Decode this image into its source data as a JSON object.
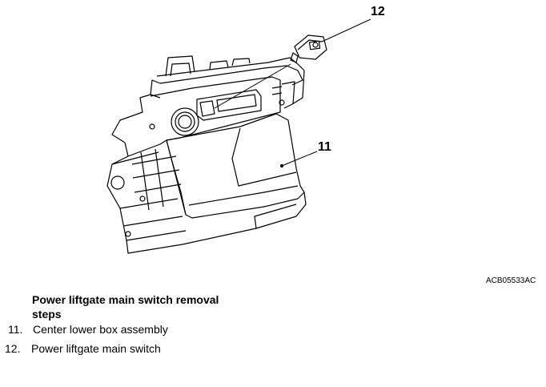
{
  "callouts": {
    "c12": "12",
    "c11": "11"
  },
  "figure_code": "ACB05533AC",
  "steps": {
    "title": "Power liftgate main switch removal steps",
    "items": [
      {
        "num": "11.",
        "label": "Center lower box assembly"
      },
      {
        "num": "12.",
        "label": "Power liftgate main switch"
      }
    ]
  },
  "colors": {
    "line": "#000000",
    "background": "#ffffff"
  }
}
